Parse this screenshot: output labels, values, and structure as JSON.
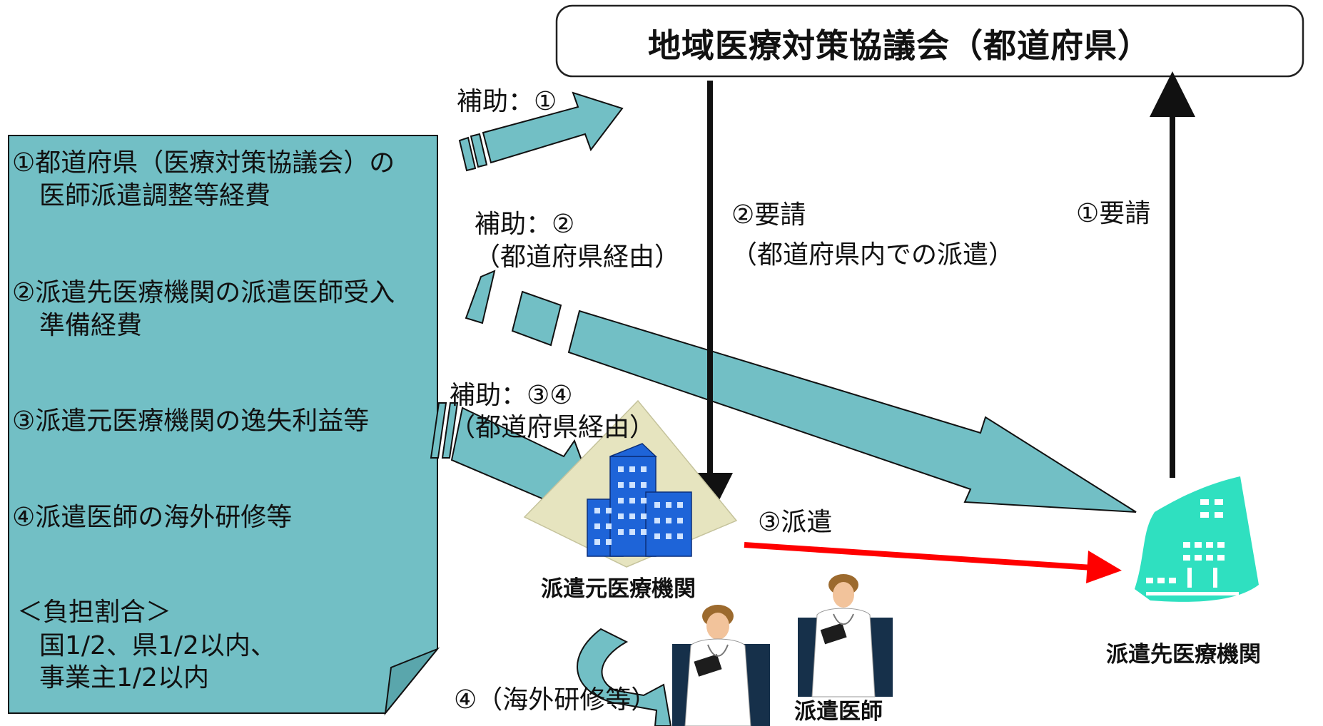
{
  "council": {
    "title": "地域医療対策協議会（都道府県）"
  },
  "funding_list": {
    "item1_line1": "①都道府県（医療対策協議会）の",
    "item1_line2": "医師派遣調整等経費",
    "item2_line1": "②派遣先医療機関の派遣医師受入",
    "item2_line2": "準備経費",
    "item3": "③派遣元医療機関の逸失利益等",
    "item4": "④派遣医師の海外研修等",
    "burden_title": "＜負担割合＞",
    "burden_line1": "国1/2、県1/2以内、",
    "burden_line2": "事業主1/2以内"
  },
  "subsidy": {
    "s1": "補助：①",
    "s2": "補助：②",
    "s2_via": "（都道府県経由）",
    "s34": "補助：③④",
    "s34_via": "（都道府県経由）"
  },
  "flows": {
    "request2": "②要請",
    "request2_sub": "（都道府県内での派遣）",
    "request1": "①要請",
    "dispatch": "③派遣",
    "overseas": "④（海外研修等）"
  },
  "orgs": {
    "source": "派遣元医療機関",
    "destination": "派遣先医療機関",
    "doctor": "派遣医師"
  },
  "colors": {
    "teal_fill": "#72bfc5",
    "dark": "#111111",
    "red_arrow": "#ff0000",
    "hospital_blue": "#1e64d8",
    "dest_green": "#2fe0c0",
    "doctor_bg": "#16304a"
  },
  "icons": [
    "building-icon",
    "hospital-icon",
    "doctor-icon"
  ]
}
